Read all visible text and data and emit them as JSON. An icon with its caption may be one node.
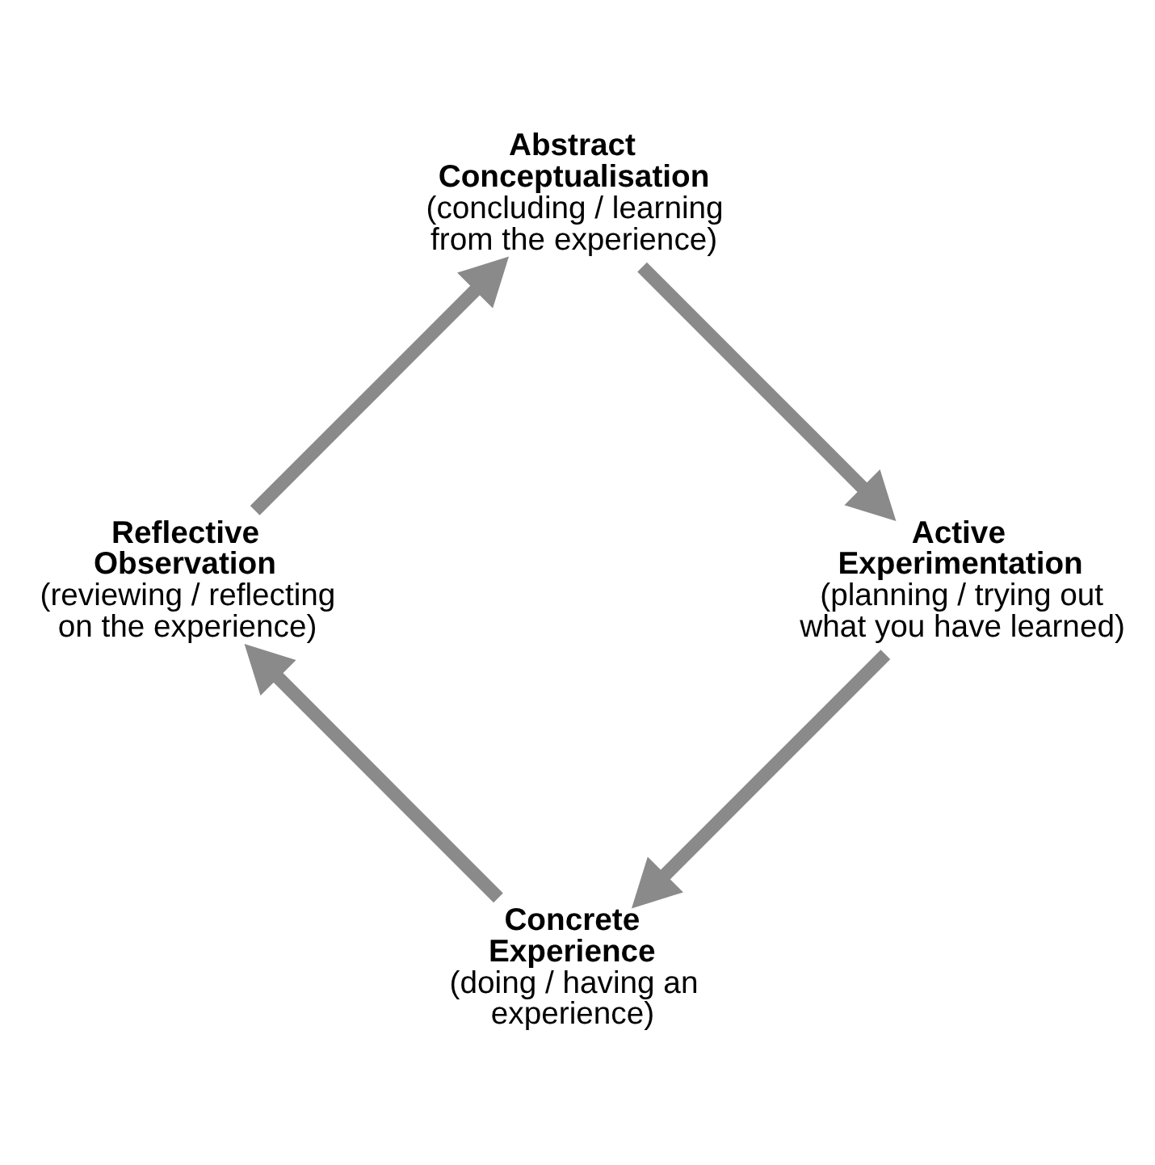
{
  "diagram": {
    "nodes": [
      {
        "text": [
          "Concrete Experience",
          "(doing / having an experience)"
        ]
      },
      {
        "text": [
          "Reflective Observation",
          "(reviewing / reflecting on the experience)"
        ]
      },
      {
        "text": [
          "Abstract Conceptualisation",
          "(concluding / learning from the experience)"
        ]
      },
      {
        "text": [
          "Active Experimentation",
          "(planning / trying out what you have learned)"
        ]
      }
    ],
    "edges": [
      {
        "from": 0,
        "to": 1,
        "arrow": "to"
      },
      {
        "from": 1,
        "to": 2,
        "arrow": "to"
      },
      {
        "from": 2,
        "to": 3,
        "arrow": "to"
      },
      {
        "from": 3,
        "to": 0,
        "arrow": "to"
      }
    ]
  }
}
